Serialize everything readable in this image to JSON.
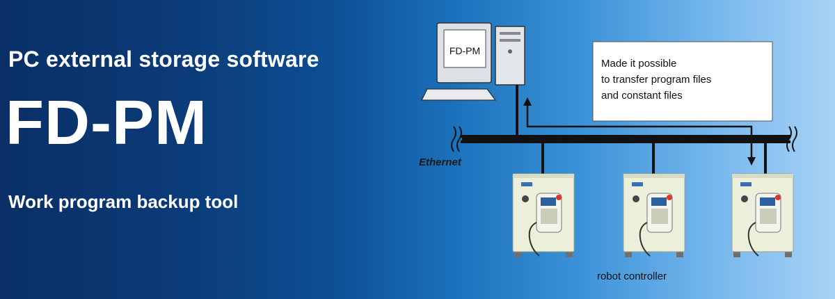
{
  "banner": {
    "subtitle": "PC external storage software",
    "title": "FD-PM",
    "tagline": "Work program backup tool"
  },
  "diagram": {
    "monitor_label": "FD-PM",
    "network_label": "Ethernet",
    "callout_lines": [
      "Made it possible",
      "to transfer program files",
      "and constant files"
    ],
    "controller_caption": "robot controller"
  },
  "colors": {
    "background_left": "#0a2f66",
    "background_right": "#a9d3f6",
    "line": "#111111",
    "cabinet": "#ecefd9"
  }
}
